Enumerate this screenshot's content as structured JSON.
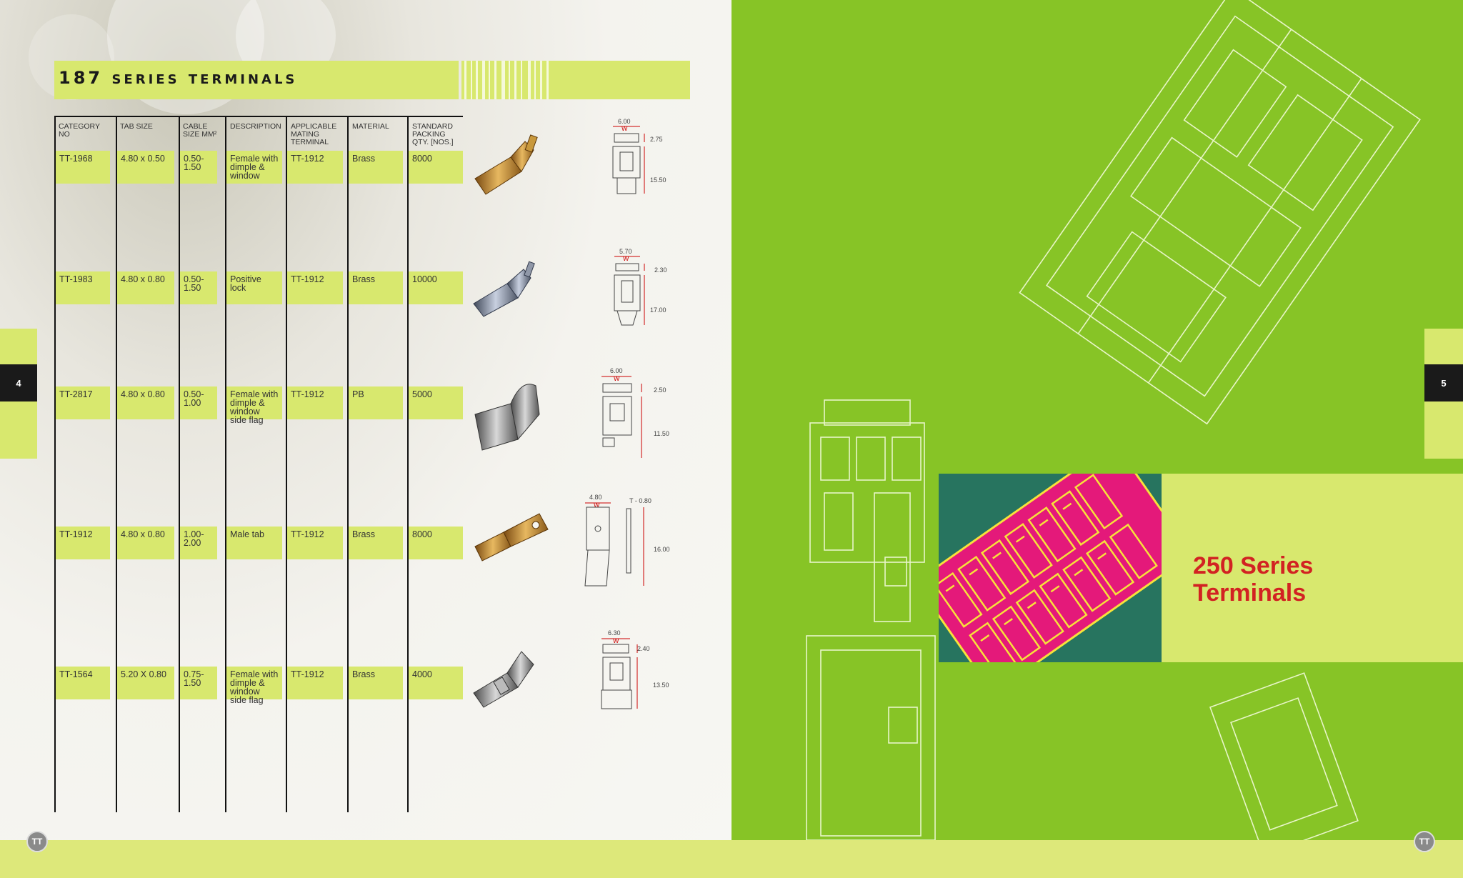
{
  "left_page": {
    "title_number": "187",
    "title_words": [
      "Series",
      "Terminals"
    ],
    "page_number": "4",
    "table": {
      "headers": [
        "Category No",
        "Tab Size",
        "Cable Size mm²",
        "Description",
        "Applicable Mating Terminal",
        "Material",
        "Standard Packing Qty. [Nos.]"
      ],
      "rows": [
        {
          "category": "TT-1968",
          "tab": "4.80 x 0.50",
          "cable": "0.50-1.50",
          "description": "Female with dimple & window",
          "mating": "TT-1912",
          "material": "Brass",
          "qty": "8000"
        },
        {
          "category": "TT-1983",
          "tab": "4.80 x 0.80",
          "cable": "0.50-1.50",
          "description": "Positive lock",
          "mating": "TT-1912",
          "material": "Brass",
          "qty": "10000"
        },
        {
          "category": "TT-2817",
          "tab": "4.80 x 0.80",
          "cable": "0.50-1.00",
          "description": "Female with dimple & window side flag",
          "mating": "TT-1912",
          "material": "PB",
          "qty": "5000"
        },
        {
          "category": "TT-1912",
          "tab": "4.80 x 0.80",
          "cable": "1.00-2.00",
          "description": "Male tab",
          "mating": "TT-1912",
          "material": "Brass",
          "qty": "8000"
        },
        {
          "category": "TT-1564",
          "tab": "5.20 X 0.80",
          "cable": "0.75-1.50",
          "description": "Female with dimple & window side flag",
          "mating": "TT-1912",
          "material": "Brass",
          "qty": "4000"
        }
      ]
    },
    "drawings": [
      {
        "width": "6.00",
        "w": "W",
        "h1": "2.75",
        "h2": "15.50"
      },
      {
        "width": "5.70",
        "w": "W",
        "h1": "2.30",
        "h2": "17.00"
      },
      {
        "width": "6.00",
        "w": "W",
        "h1": "2.50",
        "h2": "11.50"
      },
      {
        "width": "4.80",
        "w": "W",
        "h1": "T - 0.80",
        "h2": "16.00"
      },
      {
        "width": "6.30",
        "w": "W",
        "h1": "2.40",
        "h2": "13.50"
      }
    ],
    "logo": "TT"
  },
  "right_page": {
    "page_number": "5",
    "section_title_line1": "250 Series",
    "section_title_line2": "Terminals",
    "logo": "TT"
  },
  "colors": {
    "accent_lime": "#d8e86e",
    "page_green": "#87c426",
    "title_red": "#d22222",
    "art_pink": "#e4197a",
    "art_teal": "#27745f"
  }
}
